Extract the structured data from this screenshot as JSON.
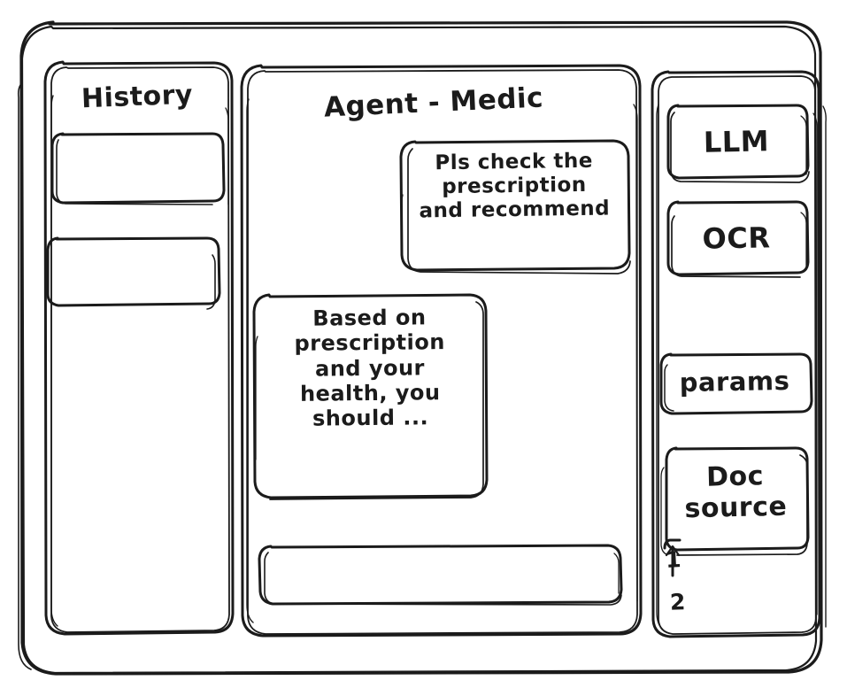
{
  "window": {
    "title": "Agent - Medic",
    "style": "hand-drawn wireframe",
    "ink_color": "#1b1b1b",
    "background_color": "#ffffff"
  },
  "sidebar_left": {
    "title": "History",
    "items": [
      {
        "label": "",
        "name": "history-item-1"
      },
      {
        "label": "",
        "name": "history-item-2"
      }
    ]
  },
  "main": {
    "title": "Agent - Medic",
    "messages": [
      {
        "role": "user",
        "align": "right",
        "text": "Pls check the\nprescription\nand recommend"
      },
      {
        "role": "agent",
        "align": "left",
        "text": "Based on\nprescription\nand your\nhealth, you\nshould ..."
      }
    ],
    "composer": {
      "value": "",
      "placeholder": ""
    }
  },
  "sidebar_right": {
    "buttons": [
      {
        "label": "LLM",
        "name": "llm"
      },
      {
        "label": "OCR",
        "name": "ocr"
      },
      {
        "label": "params",
        "name": "params"
      },
      {
        "label": "Doc\nsource",
        "name": "doc-source"
      }
    ],
    "doc_source_list": [
      {
        "label": "1"
      },
      {
        "label": "2"
      }
    ]
  }
}
